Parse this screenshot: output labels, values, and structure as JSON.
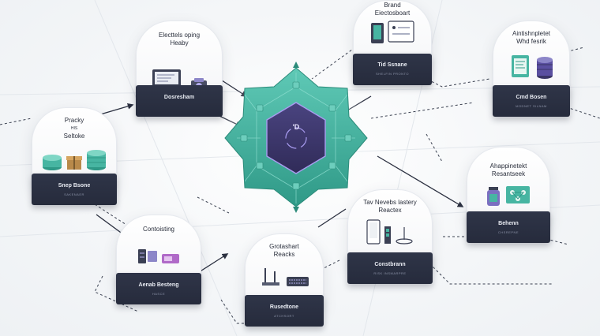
{
  "hub": {
    "label": "'D",
    "colors": {
      "outer": "#47b5a2",
      "inner": "#3a3566",
      "accent": "#a99cf0"
    }
  },
  "cards": [
    {
      "id": "top-left",
      "title_lines": [
        "Electtels oping",
        "Heaby"
      ],
      "base_label": "Dosresham",
      "base_sub": "",
      "icons": [
        "desktop-monitor-icon",
        "camera-device-icon"
      ]
    },
    {
      "id": "top-center",
      "title_lines": [
        "Brand",
        "Eiectosboart"
      ],
      "base_label": "Tid Ssnane",
      "base_sub": "SHELFIN PRONTO",
      "icons": [
        "tablet-device-icon",
        "whiteboard-panel-icon"
      ]
    },
    {
      "id": "top-right",
      "title_lines": [
        "Aintishnpletet",
        "Whd fesrik"
      ],
      "base_label": "Cmd Bosen",
      "base_sub": "MODNET SILNAM",
      "icons": [
        "book-stack-icon",
        "coin-stack-icon"
      ]
    },
    {
      "id": "mid-left",
      "title_lines": [
        "Pracky",
        "HIS",
        "Seltoke"
      ],
      "base_label": "Snep Bsone",
      "base_sub": "SAKENAER",
      "icons": [
        "coin-stack-teal-icon",
        "gift-box-icon",
        "coin-stack-green-icon"
      ]
    },
    {
      "id": "mid-right",
      "title_lines": [
        "Ahappinetekt",
        "Resantseek"
      ],
      "base_label": "Behenn",
      "base_sub": "CHSREPNE",
      "icons": [
        "jar-icon",
        "network-nodes-icon"
      ]
    },
    {
      "id": "bottom-left",
      "title_lines": [
        "Contoisting"
      ],
      "base_label": "Aenab Besteng",
      "base_sub": "HASCE",
      "icons": [
        "server-blocks-icon",
        "battery-card-icon"
      ]
    },
    {
      "id": "bottom-center",
      "title_lines": [
        "Grotashart",
        "Reacks"
      ],
      "base_label": "Rusedtone",
      "base_sub": "ATCHSORT",
      "icons": [
        "chart-pillars-icon",
        "keyboard-icon"
      ]
    },
    {
      "id": "bottom-right",
      "title_lines": [
        "Tav Nevebs lastery",
        "Reactex"
      ],
      "base_label": "Constbrann",
      "base_sub": "RISK INSMARPRE",
      "icons": [
        "phone-device-icon",
        "signal-bar-icon",
        "lamp-icon"
      ]
    }
  ]
}
